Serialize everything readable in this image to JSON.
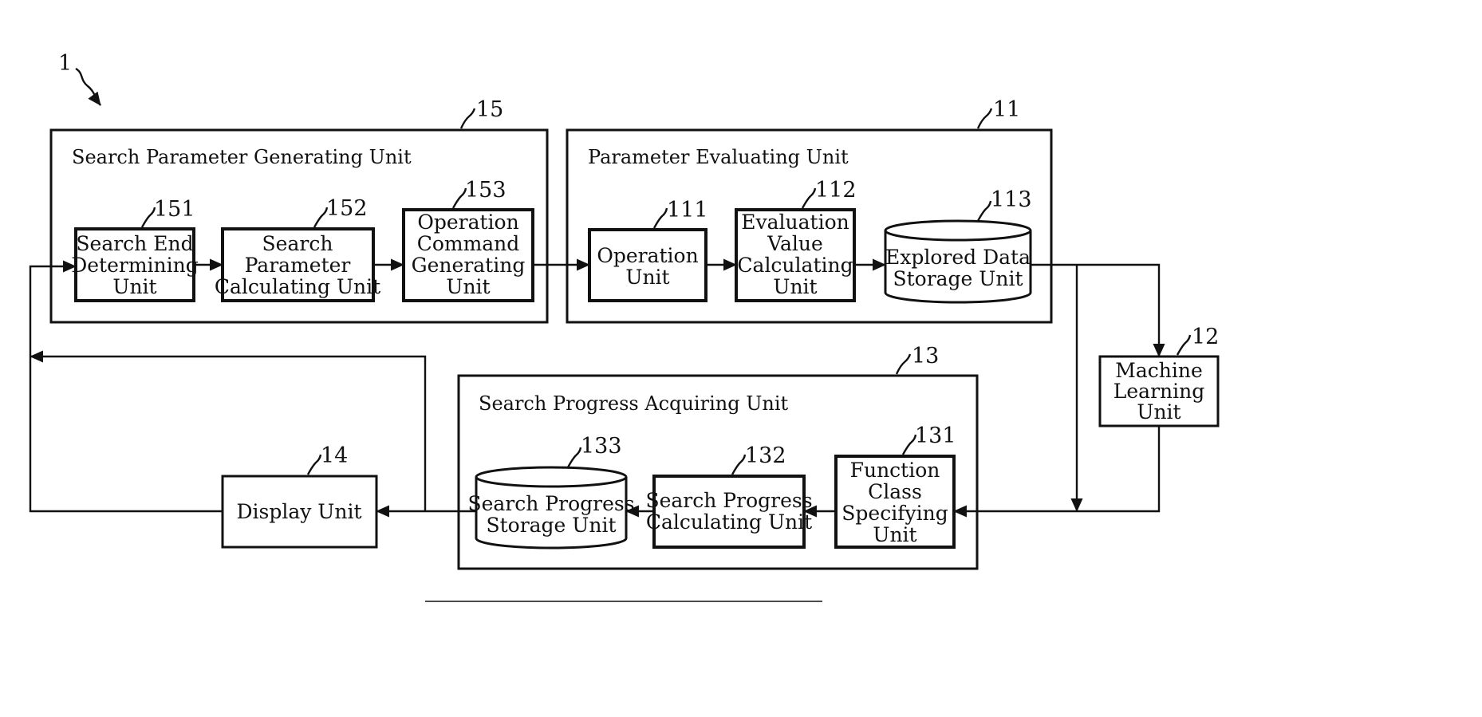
{
  "diagram": {
    "system_ref": "1",
    "blocks": {
      "search_param_gen": {
        "ref": "15",
        "title": "Search Parameter Generating Unit"
      },
      "param_eval": {
        "ref": "11",
        "title": "Parameter Evaluating Unit"
      },
      "search_progress_acq": {
        "ref": "13",
        "title": "Search Progress Acquiring Unit"
      }
    },
    "units": {
      "search_end": {
        "ref": "151",
        "lines": [
          "Search End",
          "Determining",
          "Unit"
        ]
      },
      "search_param_calc": {
        "ref": "152",
        "lines": [
          "Search",
          "Parameter",
          "Calculating Unit"
        ]
      },
      "op_command": {
        "ref": "153",
        "lines": [
          "Operation",
          "Command",
          "Generating",
          "Unit"
        ]
      },
      "operation": {
        "ref": "111",
        "lines": [
          "Operation",
          "Unit"
        ]
      },
      "eval_value": {
        "ref": "112",
        "lines": [
          "Evaluation",
          "Value",
          "Calculating",
          "Unit"
        ]
      },
      "explored_data": {
        "ref": "113",
        "lines": [
          "Explored Data",
          "Storage Unit"
        ]
      },
      "machine_learning": {
        "ref": "12",
        "lines": [
          "Machine",
          "Learning",
          "Unit"
        ]
      },
      "function_class": {
        "ref": "131",
        "lines": [
          "Function",
          "Class",
          "Specifying",
          "Unit"
        ]
      },
      "search_progress_calc": {
        "ref": "132",
        "lines": [
          "Search Progress",
          "Calculating Unit"
        ]
      },
      "search_progress_storage": {
        "ref": "133",
        "lines": [
          "Search Progress",
          "Storage Unit"
        ]
      },
      "display": {
        "ref": "14",
        "lines": [
          "Display Unit"
        ]
      }
    }
  }
}
